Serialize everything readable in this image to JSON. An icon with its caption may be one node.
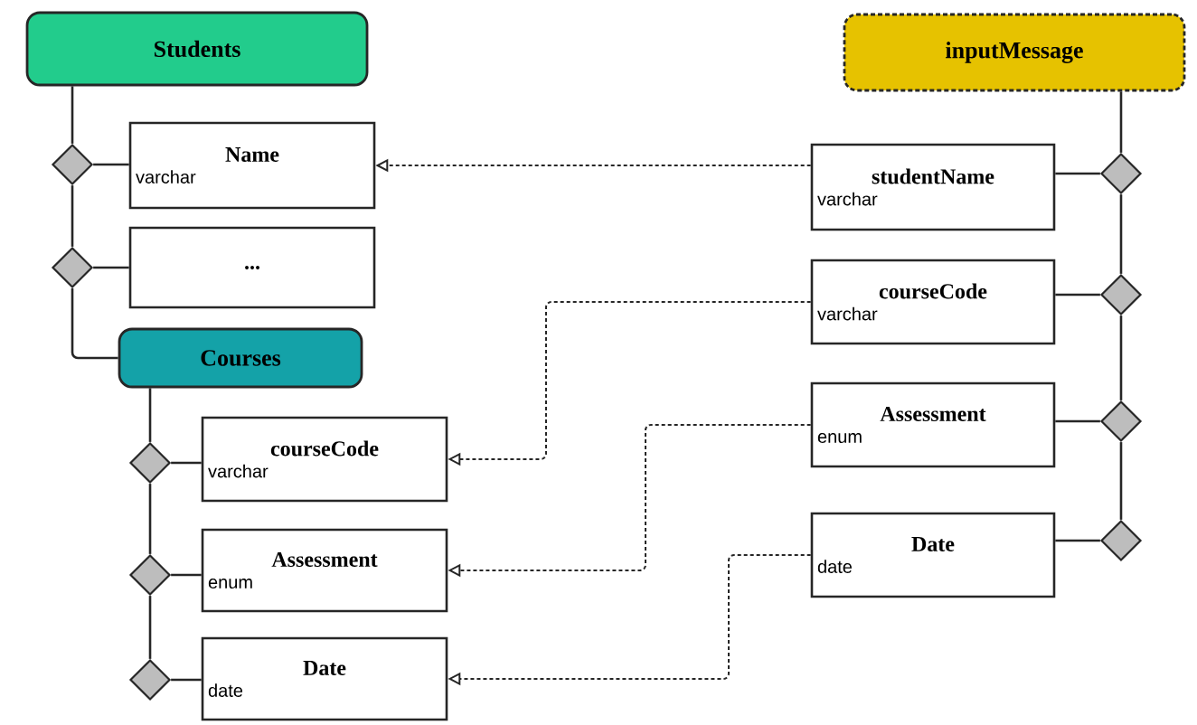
{
  "diagram": {
    "nodes": [
      {
        "text": [
          "Students"
        ]
      },
      {
        "text": [
          "Name",
          "varchar"
        ]
      },
      {
        "text": [
          "..."
        ]
      },
      {
        "text": [
          "Courses"
        ]
      },
      {
        "text": [
          "courseCode",
          "varchar"
        ]
      },
      {
        "text": [
          "Assessment",
          "enum"
        ]
      },
      {
        "text": [
          "Date",
          "date"
        ]
      },
      {
        "text": [
          "inputMessage"
        ]
      },
      {
        "text": [
          "studentName",
          "varchar"
        ]
      },
      {
        "text": [
          "courseCode",
          "varchar"
        ]
      },
      {
        "text": [
          "Assessment",
          "enum"
        ]
      },
      {
        "text": [
          "Date",
          "date"
        ]
      },
      {
        "text": [],
        "shape": "diamond"
      },
      {
        "text": [],
        "shape": "diamond"
      },
      {
        "text": [],
        "shape": "diamond"
      },
      {
        "text": [],
        "shape": "diamond"
      },
      {
        "text": [],
        "shape": "diamond"
      },
      {
        "text": [],
        "shape": "diamond"
      },
      {
        "text": [],
        "shape": "diamond"
      },
      {
        "text": [],
        "shape": "diamond"
      },
      {
        "text": [],
        "shape": "diamond"
      }
    ],
    "edges": [
      {
        "from": 0,
        "to": 12,
        "arrow": "none"
      },
      {
        "from": 12,
        "to": 13,
        "arrow": "none"
      },
      {
        "from": 13,
        "to": 3,
        "arrow": "none"
      },
      {
        "from": 12,
        "to": 1,
        "arrow": "none"
      },
      {
        "from": 13,
        "to": 2,
        "arrow": "none"
      },
      {
        "from": 3,
        "to": 14,
        "arrow": "none"
      },
      {
        "from": 14,
        "to": 15,
        "arrow": "none"
      },
      {
        "from": 15,
        "to": 16,
        "arrow": "none"
      },
      {
        "from": 14,
        "to": 4,
        "arrow": "none"
      },
      {
        "from": 15,
        "to": 5,
        "arrow": "none"
      },
      {
        "from": 16,
        "to": 6,
        "arrow": "none"
      },
      {
        "from": 7,
        "to": 17,
        "arrow": "none"
      },
      {
        "from": 17,
        "to": 18,
        "arrow": "none"
      },
      {
        "from": 18,
        "to": 19,
        "arrow": "none"
      },
      {
        "from": 19,
        "to": 20,
        "arrow": "none"
      },
      {
        "from": 17,
        "to": 8,
        "arrow": "none"
      },
      {
        "from": 18,
        "to": 9,
        "arrow": "none"
      },
      {
        "from": 19,
        "to": 10,
        "arrow": "none"
      },
      {
        "from": 20,
        "to": 11,
        "arrow": "none"
      },
      {
        "from": 8,
        "to": 1,
        "arrow": "to",
        "style": "dashed"
      },
      {
        "from": 9,
        "to": 4,
        "arrow": "to",
        "style": "dashed"
      },
      {
        "from": 10,
        "to": 5,
        "arrow": "to",
        "style": "dashed"
      },
      {
        "from": 11,
        "to": 6,
        "arrow": "to",
        "style": "dashed"
      }
    ]
  }
}
